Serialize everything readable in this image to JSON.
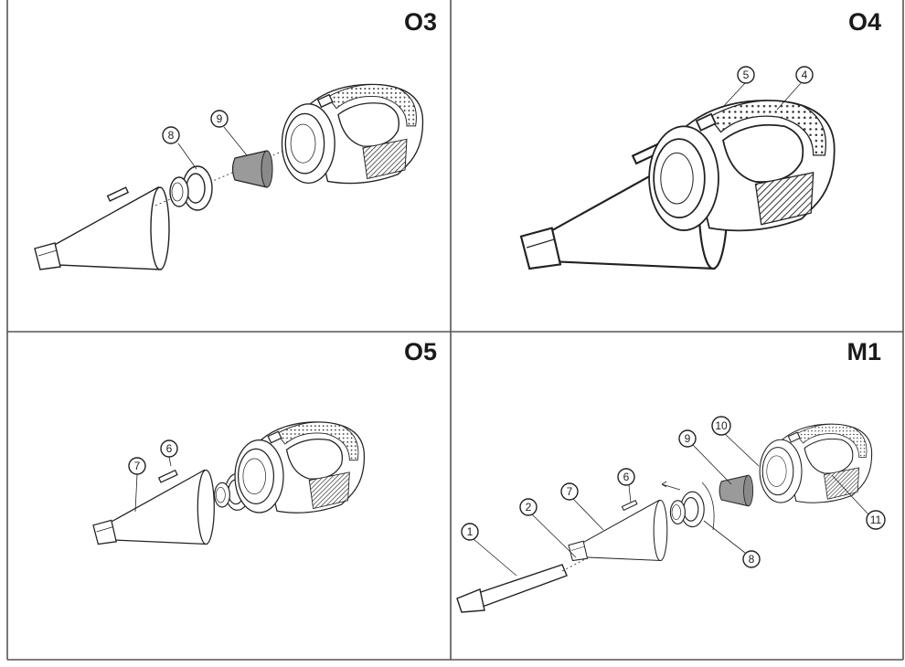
{
  "panels": [
    {
      "label": "O3",
      "callouts": [
        "8",
        "9"
      ]
    },
    {
      "label": "O4",
      "callouts": [
        "5",
        "4"
      ]
    },
    {
      "label": "O5",
      "callouts": [
        "7",
        "6"
      ]
    },
    {
      "label": "M1",
      "callouts": [
        "1",
        "2",
        "7",
        "6",
        "9",
        "10",
        "11",
        "8"
      ]
    }
  ],
  "colors": {
    "line": "#222222",
    "filter": "#9a9a9a",
    "grid": "#555555"
  }
}
